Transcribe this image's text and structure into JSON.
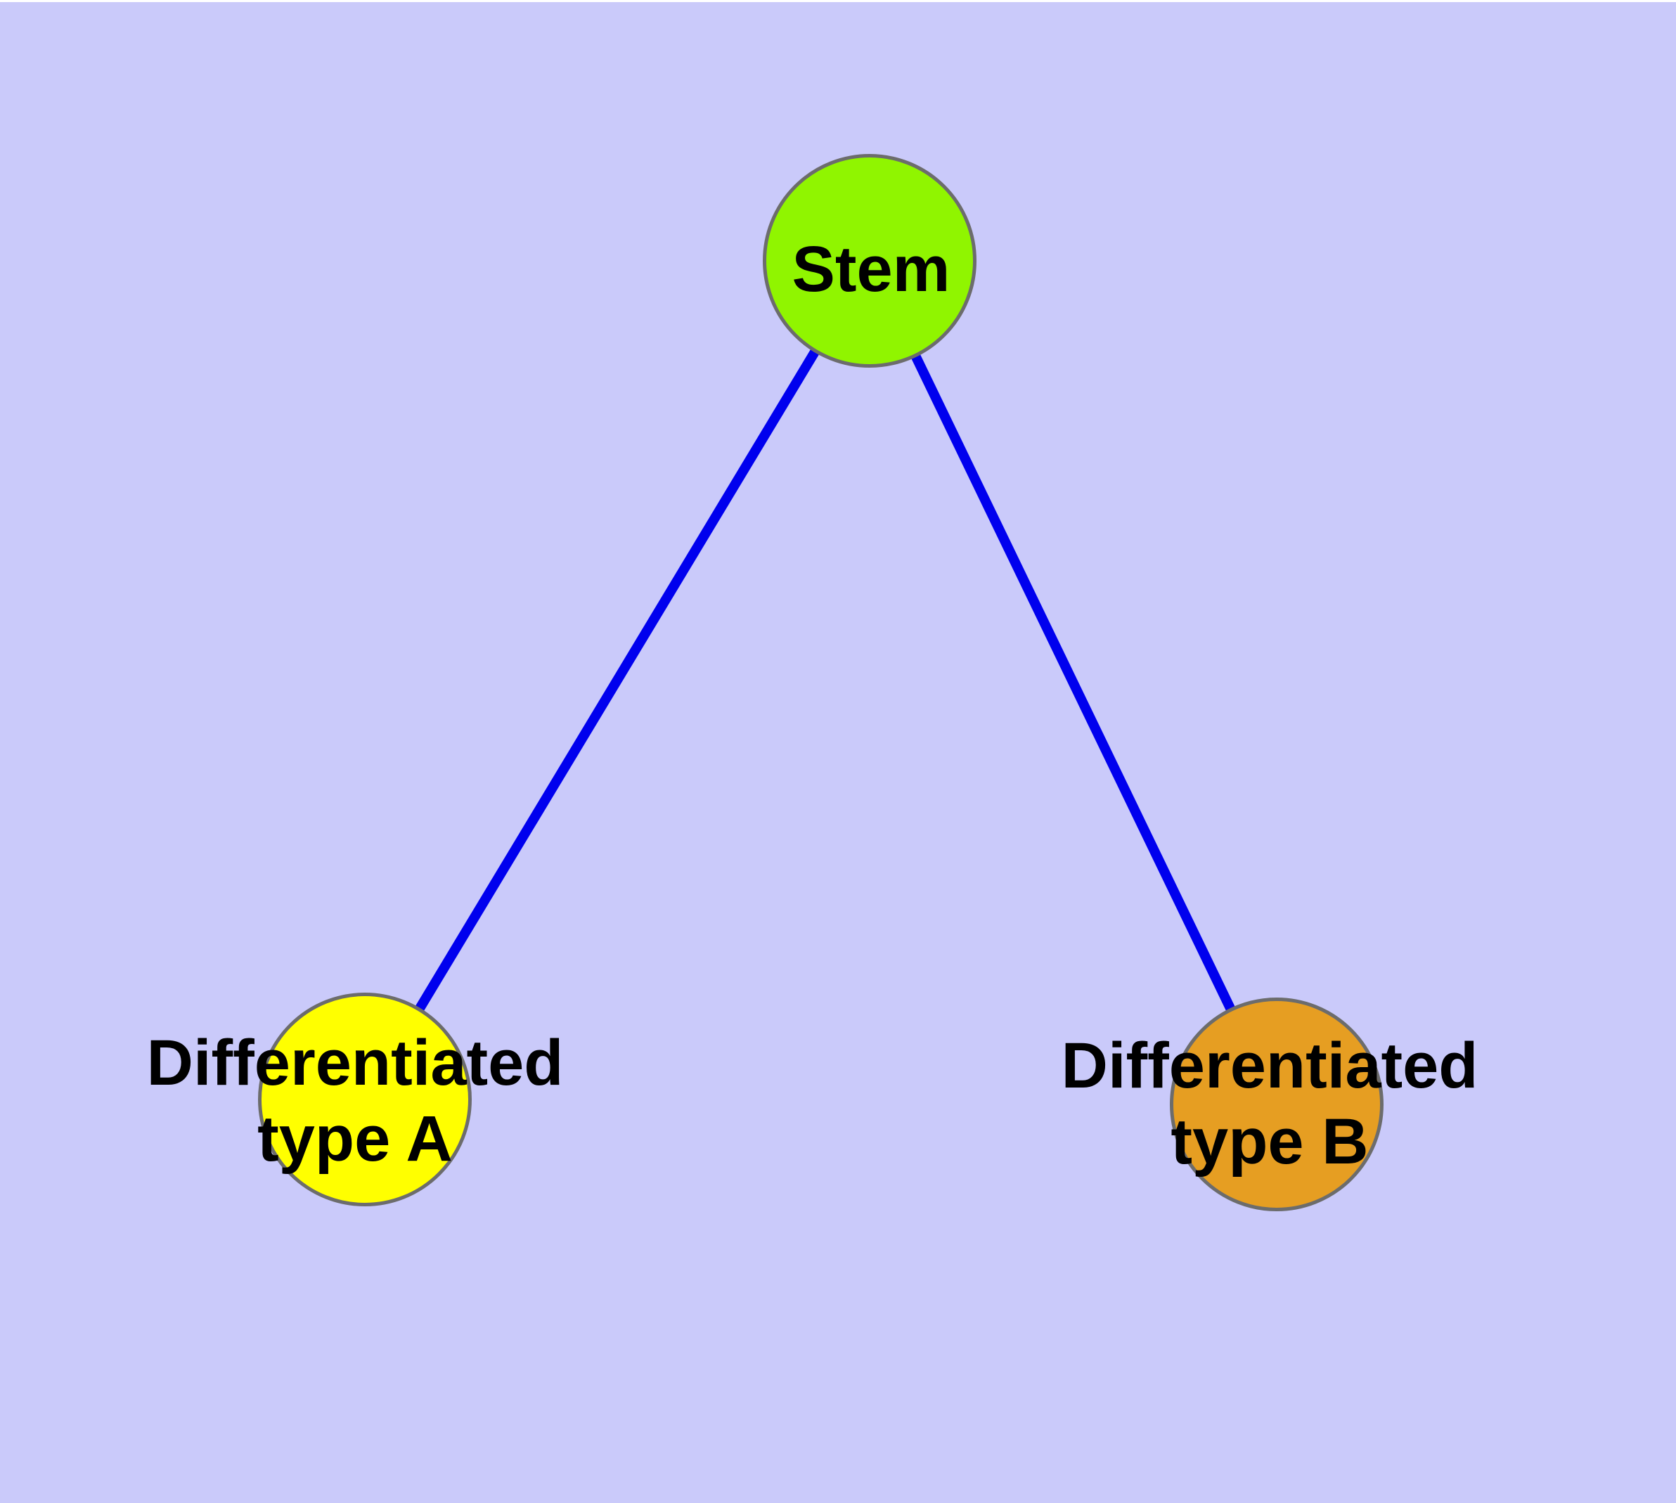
{
  "figure": {
    "background_color": "#CACAFA",
    "top_edge_color": "#FFFFFF",
    "edge_color": "#0000EE",
    "node_border_color": "#6C6C6C",
    "text_color": "#000000",
    "nodes": {
      "stem": {
        "label": "Stem",
        "fill": "#90F500"
      },
      "type_a": {
        "label_line1": "Differentiated",
        "label_line2": "type A",
        "fill": "#FFFF00"
      },
      "type_b": {
        "label_line1": "Differentiated",
        "label_line2": "type B",
        "fill": "#E69E22"
      }
    },
    "edges": [
      {
        "from": "Stem",
        "to": "Differentiated type A"
      },
      {
        "from": "Stem",
        "to": "Differentiated type B"
      }
    ]
  }
}
